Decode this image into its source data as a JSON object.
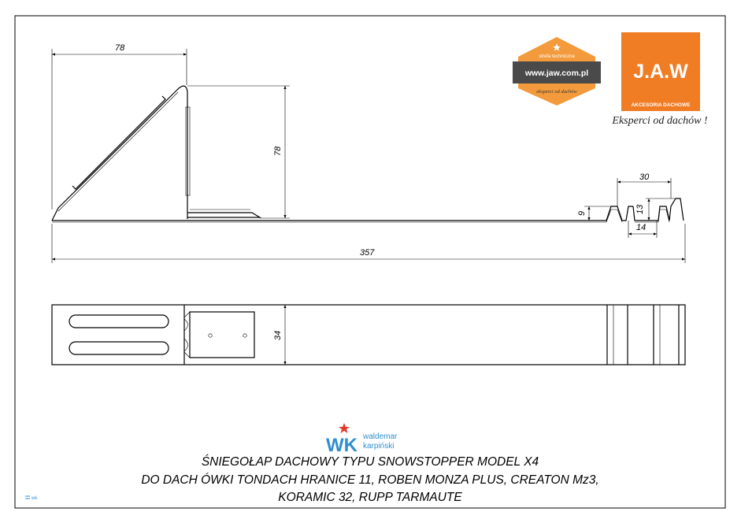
{
  "dimensions": {
    "width_bracket": "78",
    "height_bracket": "78",
    "total_length": "357",
    "profile_width": "30",
    "profile_height": "13",
    "profile_depth": "9",
    "profile_base": "14",
    "plan_width": "34"
  },
  "badge": {
    "header": "strefa techniczna",
    "url": "www.jaw.com.pl",
    "tagline": "eksperci od dachów"
  },
  "brand": {
    "name": "J.A.W",
    "subtitle": "AKCESORIA DACHOWE",
    "slogan": "Eksperci od dachów !"
  },
  "author": {
    "initials": "WK",
    "first_name": "waldemar",
    "last_name": "karpiński"
  },
  "corner_logo": {
    "initials": "wk"
  },
  "title_lines": [
    "ŚNIEGOŁAP DACHOWY TYPU SNOWSTOPPER MODEL X4",
    "DO DACH ÓWKI TONDACH HRANICE 11, ROBEN MONZA PLUS, CREATON Mz3,",
    "KORAMIC 32, RUPP TARMAUTE"
  ],
  "colors": {
    "brand_orange": "#f07c24",
    "badge_orange": "#f29a3c",
    "badge_dark": "#4a4a4a",
    "author_blue": "#2f8fd0",
    "author_red": "#e23b2e"
  }
}
